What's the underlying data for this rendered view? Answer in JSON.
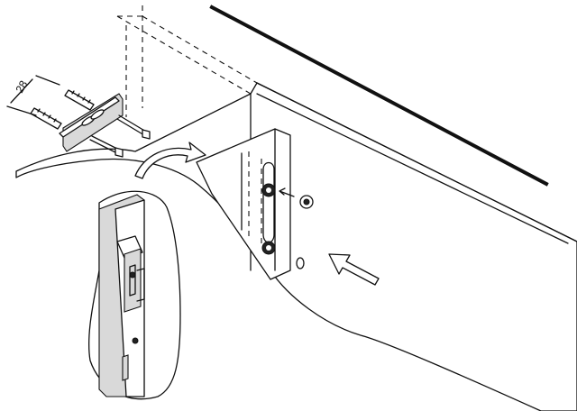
{
  "figure": {
    "dimension_label": "28",
    "colors": {
      "line": "#111111",
      "background": "#ffffff",
      "fill_grey": "#d9d9d9"
    },
    "parts": [
      "wall-bracket",
      "wall-plugs",
      "screws",
      "cabinet-side-panel",
      "hanging-fitting",
      "detail-inset",
      "curved-arrow-icon",
      "push-arrow-icon"
    ]
  }
}
